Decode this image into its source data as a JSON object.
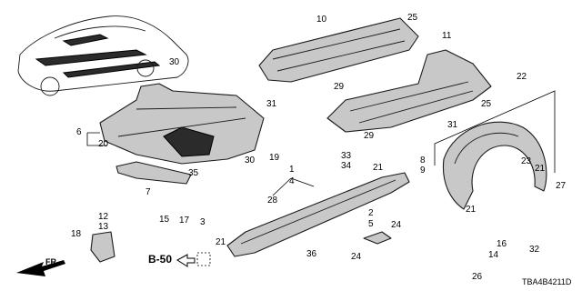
{
  "diagram": {
    "callouts": [
      "1",
      "2",
      "3",
      "4",
      "5",
      "6",
      "7",
      "8",
      "9",
      "10",
      "11",
      "12",
      "13",
      "14",
      "15",
      "16",
      "17",
      "18",
      "19",
      "20",
      "21",
      "21",
      "21",
      "21",
      "22",
      "23",
      "24",
      "24",
      "25",
      "25",
      "26",
      "27",
      "28",
      "29",
      "29",
      "30",
      "30",
      "31",
      "31",
      "32",
      "33",
      "34",
      "35",
      "36"
    ],
    "reference": "B-50",
    "direction": "FR.",
    "diagram_code": "TBA4B4211D"
  }
}
